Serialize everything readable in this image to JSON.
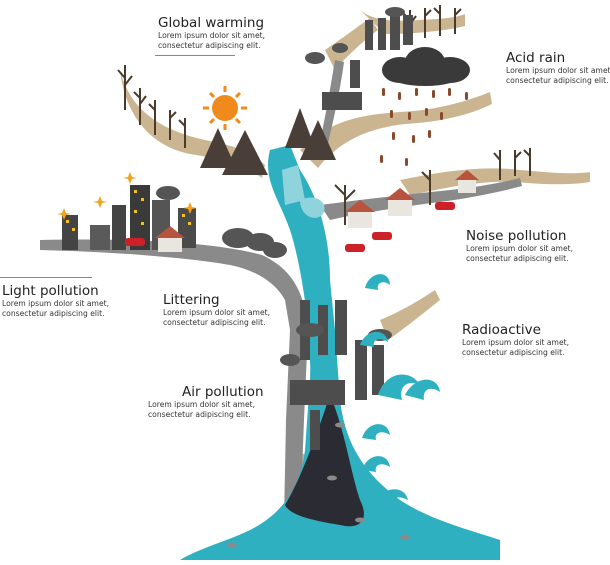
{
  "colors": {
    "water": "#2fb0c1",
    "water_light": "#8fd3dd",
    "water_dark": "#1d8fa0",
    "road": "#8a8a8a",
    "ground": "#cbb591",
    "trunk": "#3a3a3a",
    "sun": "#f08a1c",
    "accent": "#3aa6b2"
  },
  "labels": {
    "global_warming": {
      "title": "Global warming",
      "desc1": "Lorem ipsum dolor sit amet,",
      "desc2": "consectetur adipiscing elit."
    },
    "acid_rain": {
      "title": "Acid rain",
      "desc1": "Lorem ipsum dolor sit amet,",
      "desc2": "consectetur adipiscing elit."
    },
    "noise_pollution": {
      "title": "Noise pollution",
      "desc1": "Lorem ipsum dolor sit amet,",
      "desc2": "consectetur adipiscing elit."
    },
    "light_pollution": {
      "title": "Light pollution",
      "desc1": "Lorem ipsum dolor sit amet,",
      "desc2": "consectetur adipiscing elit."
    },
    "littering": {
      "title": "Littering",
      "desc1": "Lorem ipsum dolor sit amet,",
      "desc2": "consectetur adipiscing elit."
    },
    "radioactive": {
      "title": "Radioactive",
      "desc1": "Lorem ipsum dolor sit amet,",
      "desc2": "consectetur adipiscing elit."
    },
    "air_pollution": {
      "title": "Air pollution",
      "desc1": "Lorem ipsum dolor sit amet,",
      "desc2": "consectetur adipiscing elit."
    }
  }
}
